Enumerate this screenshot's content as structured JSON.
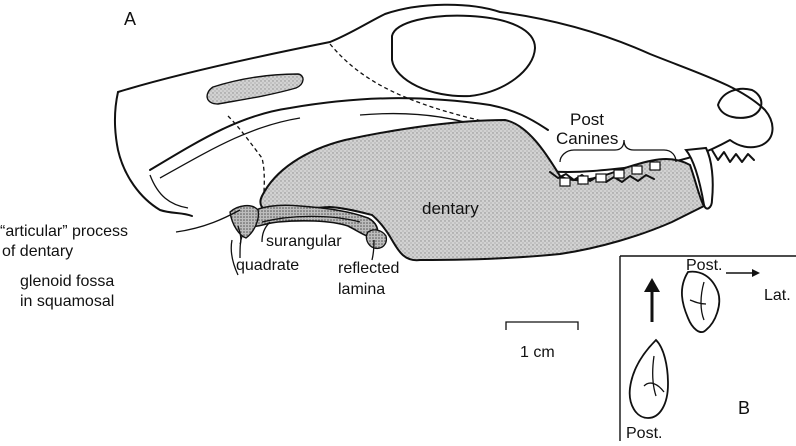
{
  "panel_a": {
    "letter": "A",
    "labels": {
      "post_canines_line1": "Post",
      "post_canines_line2": "Canines",
      "dentary": "dentary",
      "articular_line1": "“articular” process",
      "articular_line2": "of dentary",
      "surangular": "surangular",
      "quadrate": "quadrate",
      "reflected_line1": "reflected",
      "reflected_line2": "lamina",
      "glenoid_line1": "glenoid fossa",
      "glenoid_line2": "in squamosal"
    },
    "scale_bar": {
      "label": "1 cm"
    }
  },
  "panel_b": {
    "letter": "B",
    "labels": {
      "post_top": "Post.",
      "lat": "Lat.",
      "post_bottom": "Post."
    }
  },
  "colors": {
    "ink": "#111111",
    "stipple": "#c9c9c9",
    "background": "#ffffff"
  }
}
